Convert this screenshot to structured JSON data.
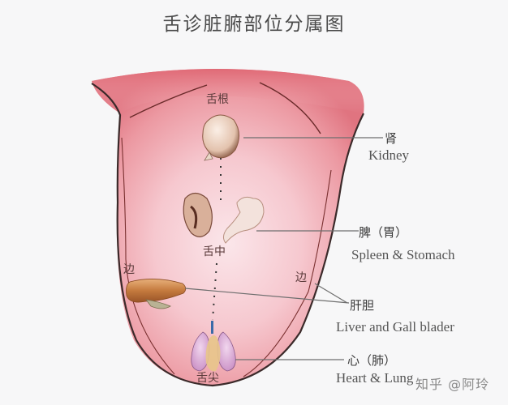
{
  "title": "舌诊脏腑部位分属图",
  "regions": {
    "root": "舌根",
    "middle": "舌中",
    "edge_left": "边",
    "edge_right": "边",
    "tip": "舌尖"
  },
  "labels": [
    {
      "zh": "肾",
      "en": "Kidney"
    },
    {
      "zh": "脾（胃）",
      "en": "Spleen & Stomach"
    },
    {
      "zh": "肝胆",
      "en": "Liver and Gall blader"
    },
    {
      "zh": "心（肺）",
      "en": "Heart & Lung"
    }
  ],
  "watermark": "知乎 @阿玲",
  "colors": {
    "background": "#f7f7f8",
    "tongue_outer": "#e8808a",
    "tongue_inner": "#f6c9d0",
    "outline": "#3b2a2a",
    "leader_line": "#7a7a7a"
  }
}
